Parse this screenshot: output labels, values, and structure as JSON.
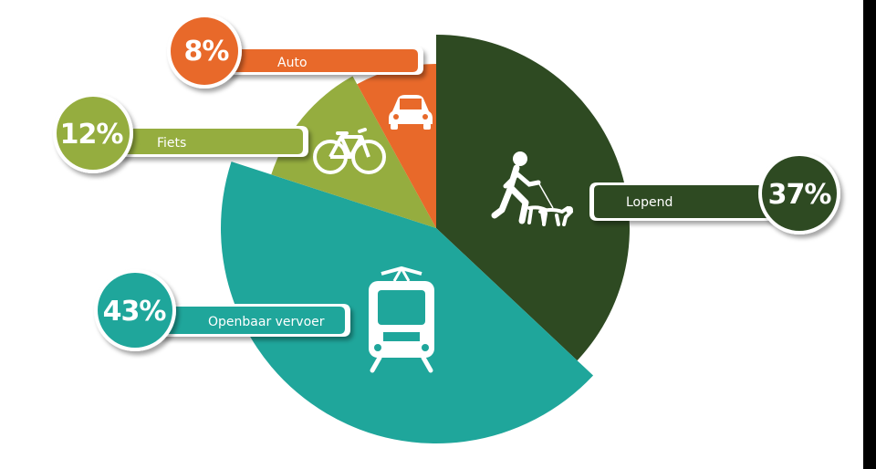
{
  "chart_data": {
    "type": "pie",
    "title": "",
    "categories": [
      "Lopend",
      "Openbaar vervoer",
      "Fiets",
      "Auto"
    ],
    "values": [
      37,
      43,
      12,
      8
    ],
    "labels": [
      "37%",
      "43%",
      "12%",
      "8%"
    ],
    "icons": [
      "walking-with-dog-icon",
      "tram-icon",
      "bicycle-icon",
      "car-icon"
    ],
    "colors": [
      "#2e4a22",
      "#1fa69b",
      "#95ad3f",
      "#e8692a"
    ]
  }
}
